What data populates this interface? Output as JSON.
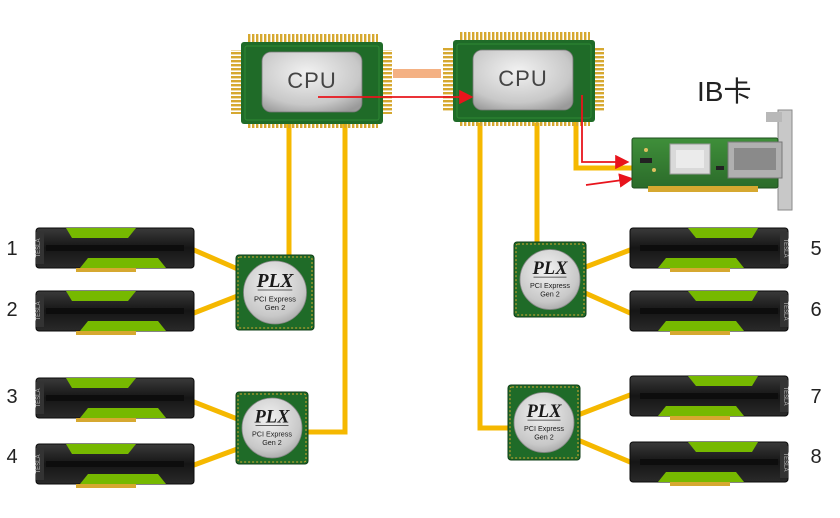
{
  "diagram": {
    "cpus": [
      {
        "id": "cpu-left",
        "label": "CPU"
      },
      {
        "id": "cpu-right",
        "label": "CPU"
      }
    ],
    "switches": [
      {
        "id": "plx-1",
        "brand": "PLX",
        "line1": "PCI Express",
        "line2": "Gen 2"
      },
      {
        "id": "plx-2",
        "brand": "PLX",
        "line1": "PCI Express",
        "line2": "Gen 2"
      },
      {
        "id": "plx-3",
        "brand": "PLX",
        "line1": "PCI Express",
        "line2": "Gen 2"
      },
      {
        "id": "plx-4",
        "brand": "PLX",
        "line1": "PCI Express",
        "line2": "Gen 2"
      }
    ],
    "nic": {
      "label": "IB卡"
    },
    "gpus": [
      {
        "number": "1",
        "brand": "TESLA"
      },
      {
        "number": "2",
        "brand": "TESLA"
      },
      {
        "number": "3",
        "brand": "TESLA"
      },
      {
        "number": "4",
        "brand": "TESLA"
      },
      {
        "number": "5",
        "brand": "TESLA"
      },
      {
        "number": "6",
        "brand": "TESLA"
      },
      {
        "number": "7",
        "brand": "TESLA"
      },
      {
        "number": "8",
        "brand": "TESLA"
      }
    ],
    "colors": {
      "link": "#f5b800",
      "interconnect": "#f4b183",
      "arrow": "#e8141c",
      "chip_pcb": "#1f6b28",
      "chip_pins": "#d6a830",
      "gpu_green": "#76b900",
      "gpu_body": "#1e1e1e"
    }
  }
}
